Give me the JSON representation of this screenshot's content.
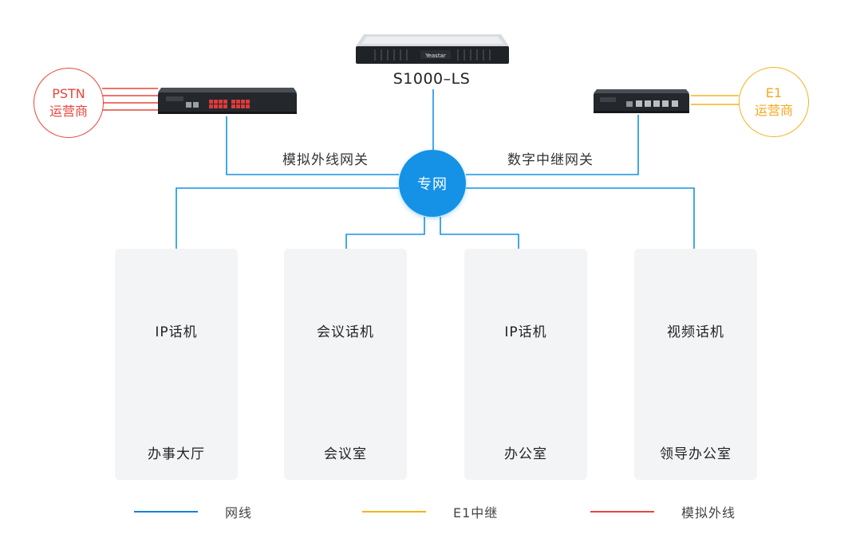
{
  "server": {
    "name": "S1000–LS",
    "brand_text": "Yeastar"
  },
  "hub": {
    "label": "专网"
  },
  "gateways": {
    "analog_label": "模拟外线网关",
    "digital_label": "数字中继网关"
  },
  "carriers": {
    "pstn": {
      "line1": "PSTN",
      "line2": "运营商"
    },
    "e1": {
      "line1": "E1",
      "line2": "运营商"
    }
  },
  "cards": [
    {
      "device": "IP话机",
      "room": "办事大厅",
      "device_icon": "ip-phone-icon",
      "room_icon": "service-hall-icon"
    },
    {
      "device": "会议话机",
      "room": "会议室",
      "device_icon": "conference-phone-icon",
      "room_icon": "meeting-room-icon"
    },
    {
      "device": "IP话机",
      "room": "办公室",
      "device_icon": "ip-phone-icon",
      "room_icon": "office-icon"
    },
    {
      "device": "视频话机",
      "room": "领导办公室",
      "device_icon": "video-phone-icon",
      "room_icon": "executive-office-icon"
    }
  ],
  "legend": [
    {
      "label": "网线",
      "color": "#1a7fd4"
    },
    {
      "label": "E1中继",
      "color": "#f5b21d"
    },
    {
      "label": "模拟外线",
      "color": "#e8453c"
    }
  ],
  "colors": {
    "network": "#1592e6",
    "e1": "#f5b21d",
    "analog": "#e8453c",
    "card_bg": "#f3f4f6"
  }
}
